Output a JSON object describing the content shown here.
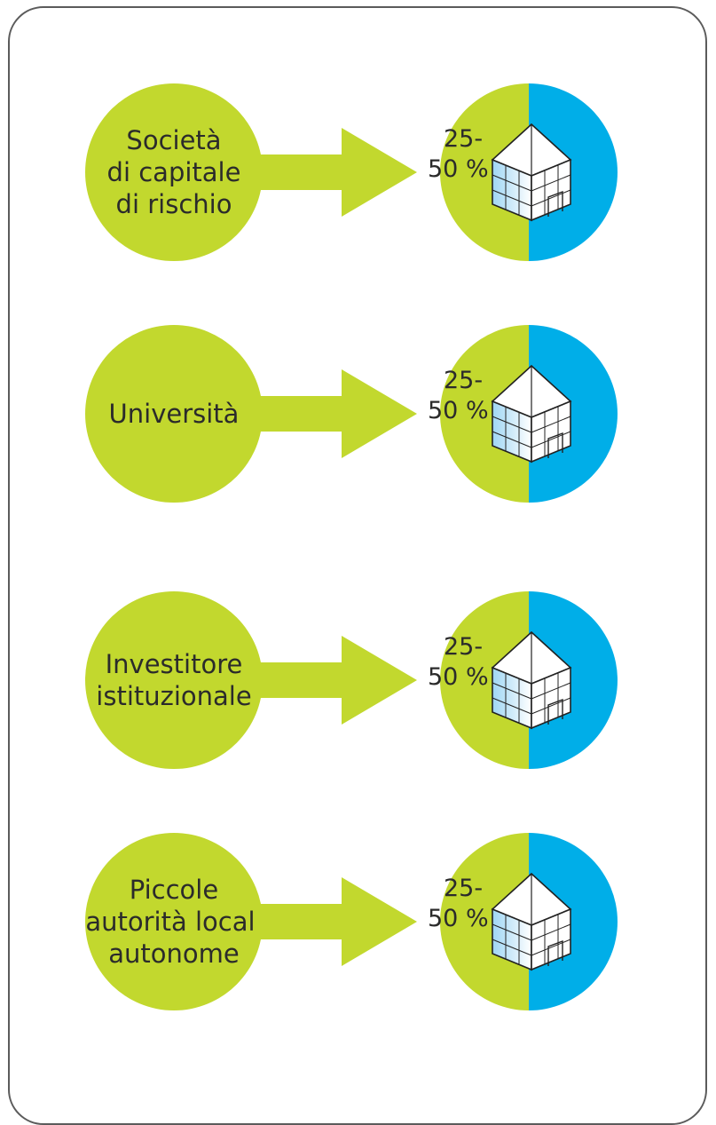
{
  "colors": {
    "green": "#c2d82e",
    "blue": "#00aee8",
    "border": "#5b5b5b",
    "text": "#2b2b2b"
  },
  "rows": [
    {
      "label": "Società\ndi capitale\ndi rischio",
      "percent_line1": "25-",
      "percent_line2": "50 %"
    },
    {
      "label": "Università",
      "percent_line1": "25-",
      "percent_line2": "50 %"
    },
    {
      "label": "Investitore\nistituzionale",
      "percent_line1": "25-",
      "percent_line2": "50 %"
    },
    {
      "label": "Piccole\nautorità locali\nautonome",
      "percent_line1": "25-",
      "percent_line2": "50 %"
    }
  ]
}
